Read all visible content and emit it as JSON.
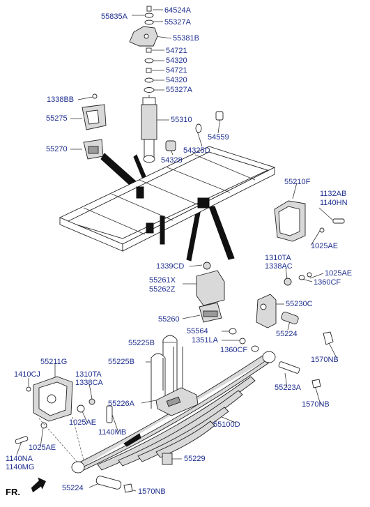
{
  "direction_label": "FR.",
  "parts": {
    "p64524A": "64524A",
    "p55835A": "55835A",
    "p55327A_top": "55327A",
    "p55381B": "55381B",
    "p54721_a": "54721",
    "p54320_a": "54320",
    "p54721_b": "54721",
    "p54320_b": "54320",
    "p55327A_bot": "55327A",
    "p1338BB": "1338BB",
    "p55275": "55275",
    "p55310": "55310",
    "p54559": "54559",
    "p55270": "55270",
    "p54325D": "54325D",
    "p54328": "54328",
    "p55210F": "55210F",
    "p1132AB": "1132AB",
    "p1140HN": "1140HN",
    "p1025AE_r": "1025AE",
    "p1310TA_r": "1310TA",
    "p1338AC": "1338AC",
    "p1025AE_r2": "1025AE",
    "p1360CF_r": "1360CF",
    "p1339CD": "1339CD",
    "p55261X": "55261X",
    "p55262Z": "55262Z",
    "p55230C": "55230C",
    "p55260": "55260",
    "p55564": "55564",
    "p55224_r": "55224",
    "p1351LA": "1351LA",
    "p55225B_a": "55225B",
    "p1360CF_m": "1360CF",
    "p1570NB_r": "1570NB",
    "p55225B_b": "55225B",
    "p55211G": "55211G",
    "p1410CJ": "1410CJ",
    "p1310TA_l": "1310TA",
    "p1338CA": "1338CA",
    "p55223A": "55223A",
    "p1570NB_r2": "1570NB",
    "p55226A": "55226A",
    "p55100D": "55100D",
    "p1025AE_l": "1025AE",
    "p1140MB": "1140MB",
    "p1025AE_l2": "1025AE",
    "p55229": "55229",
    "p1140NA": "1140NA",
    "p1140MG": "1140MG",
    "p55224_l": "55224",
    "p1570NB_l": "1570NB"
  }
}
